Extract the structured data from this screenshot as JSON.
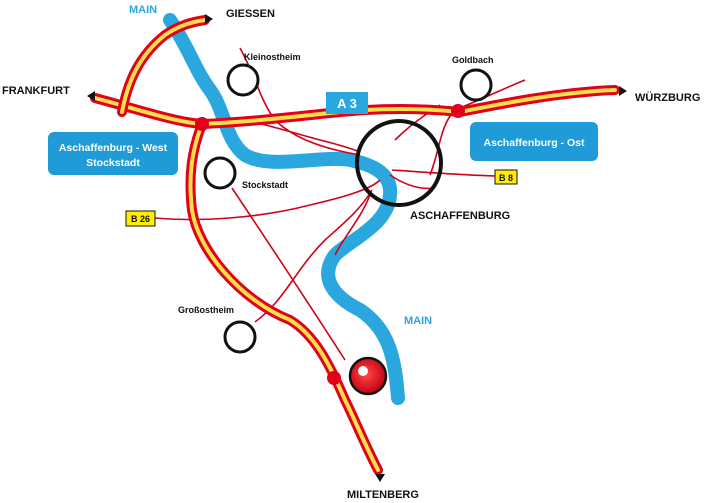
{
  "labels": {
    "main_top": "MAIN",
    "main_bottom": "MAIN",
    "giessen": "GIESSEN",
    "frankfurt": "FRANKFURT",
    "wurzburg": "WÜRZBURG",
    "miltenberg": "MILTENBERG",
    "kleinostheim": "Kleinostheim",
    "goldbach": "Goldbach",
    "stockstadt": "Stockstadt",
    "grossostheim": "Großostheim",
    "aschaffenburg": "ASCHAFFENBURG"
  },
  "exits": {
    "west_line1": "Aschaffenburg - West",
    "west_line2": "Stockstadt",
    "ost": "Aschaffenburg - Ost"
  },
  "road_shields": {
    "a3": "A 3",
    "b8": "B 8",
    "b26": "B 26"
  },
  "colors": {
    "river": "#2aa7df",
    "motorway_outer": "#e3001b",
    "motorway_inner": "#f5e04a",
    "road": "#d0021b",
    "exit_box": "#1f9bd7",
    "shield_yellow": "#ffee00",
    "shield_blue": "#2aa7df",
    "destination_marker": "#e3001b"
  }
}
